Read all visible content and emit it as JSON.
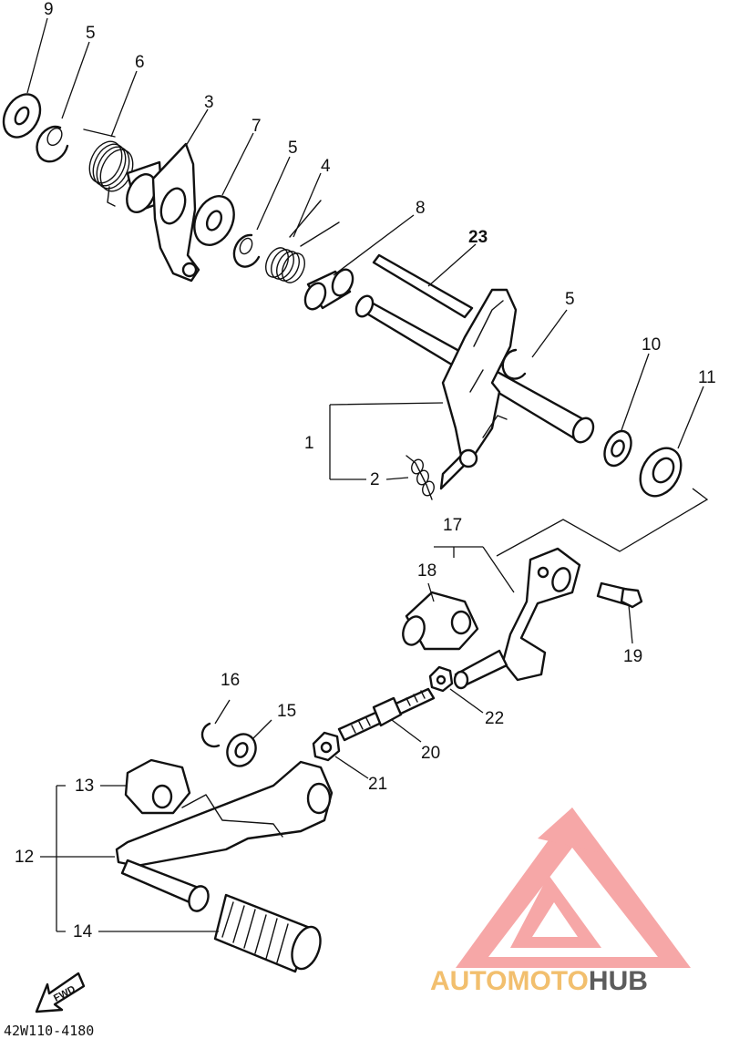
{
  "diagram": {
    "part_labels": {
      "p1": "1",
      "p2": "2",
      "p3": "3",
      "p4": "4",
      "p5a": "5",
      "p5b": "5",
      "p5c": "5",
      "p6": "6",
      "p7": "7",
      "p8": "8",
      "p9": "9",
      "p10": "10",
      "p11": "11",
      "p12": "12",
      "p13": "13",
      "p14": "14",
      "p15": "15",
      "p16": "16",
      "p17": "17",
      "p18": "18",
      "p19": "19",
      "p20": "20",
      "p21": "21",
      "p22": "22",
      "p23": "23"
    },
    "fwd_label": "FWD",
    "catalog_code": "42W110-4180"
  },
  "watermark": {
    "text_part1": "AUTOMOTO",
    "text_part2": "HUB",
    "color_primary": "#f4a3a3",
    "color_accent": "#f2bf6e",
    "color_dark": "#5c5c5c"
  }
}
